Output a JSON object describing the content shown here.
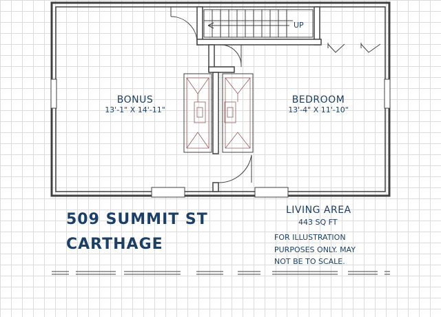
{
  "plan": {
    "rooms": [
      {
        "name": "BONUS",
        "dimensions": "13'-1\" X 14'-11\""
      },
      {
        "name": "BEDROOM",
        "dimensions": "13'-4\" X 11'-10\""
      }
    ],
    "stair_label": "UP"
  },
  "title_block": {
    "address_line1": "509 SUMMIT ST",
    "address_line2": "CARTHAGE",
    "living_area_title": "LIVING AREA",
    "living_area_value": "443 SQ FT",
    "note_lines": [
      "FOR ILLUSTRATION",
      "PURPOSES ONLY. MAY",
      "NOT BE TO SCALE."
    ]
  },
  "colors": {
    "wall": "#404040",
    "text": "#1b3f66",
    "fixture": "#9a5a5a"
  }
}
